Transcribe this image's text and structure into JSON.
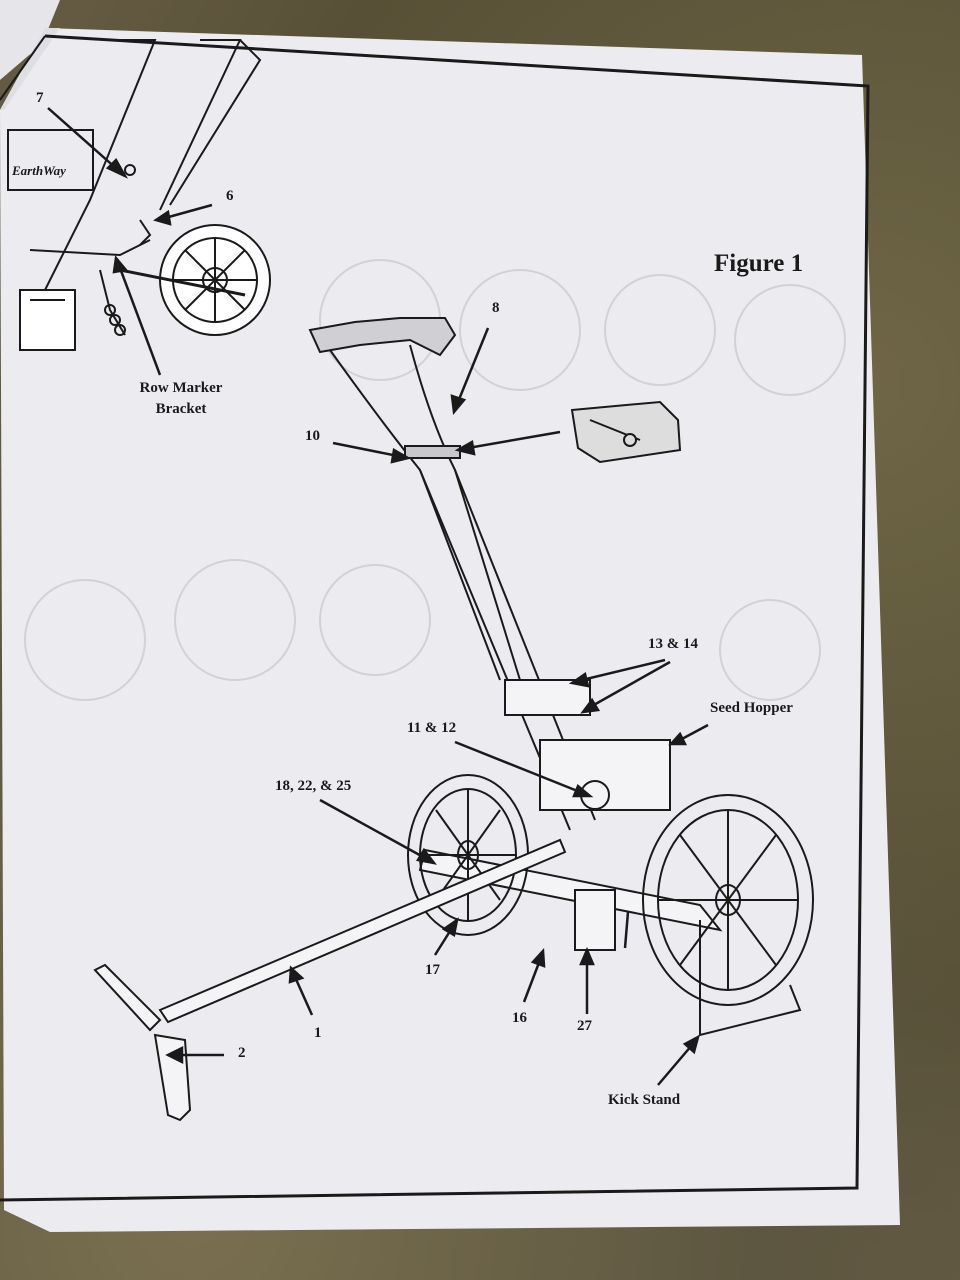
{
  "figure": {
    "title": "Figure 1",
    "brand_logo": "EarthWay"
  },
  "callouts": {
    "c7": "7",
    "c6": "6",
    "row_marker": "Row Marker",
    "bracket": "Bracket",
    "c8": "8",
    "c10": "10",
    "c13_14": "13 & 14",
    "seed_hopper": "Seed Hopper",
    "c11_12": "11 & 12",
    "c18_22_25": "18, 22, & 25",
    "c17": "17",
    "c1": "1",
    "c2": "2",
    "c16": "16",
    "c27": "27",
    "kick_stand": "Kick Stand"
  },
  "colors": {
    "paper": "#ececf0",
    "ink": "#1a1a1a",
    "ground": "#645a42"
  }
}
